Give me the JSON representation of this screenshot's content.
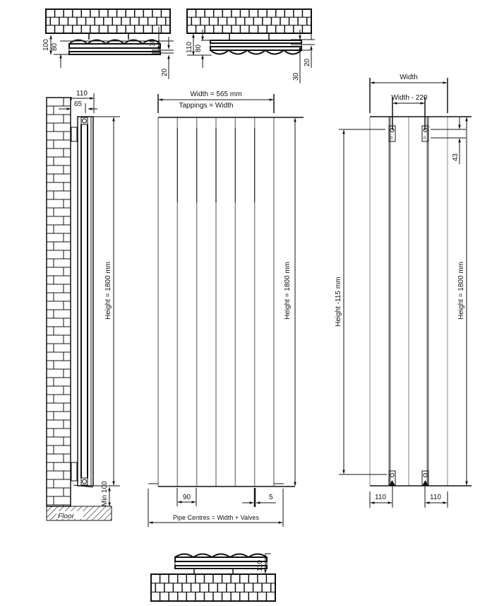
{
  "diagram": {
    "title": "Vertical radiator technical drawing",
    "top_view_left": {
      "dims": {
        "overall_depth": "100",
        "depth": "80",
        "bracket_offset": "30",
        "wall_gap": "20"
      }
    },
    "top_view_right": {
      "dims": {
        "overall_depth": "110",
        "depth": "80",
        "wall_gap": "20",
        "bracket_offset": "30"
      }
    },
    "side_view": {
      "dims": {
        "projection": "110",
        "pipe_offset": "65",
        "height": "Height = 1800 mm",
        "min_floor": "Min 100"
      },
      "floor_label": "Floor"
    },
    "front_view": {
      "width_label": "Width = 565 mm",
      "tappings_label": "Tappings = Width",
      "height_label": "Height = 1800 mm",
      "column_pitch": "90",
      "valve_offset": "5",
      "pipe_centres_label": "Pipe Centres = Width + Valves",
      "columns": 6
    },
    "rear_view": {
      "width_label": "Width",
      "bracket_spacing_label": "Width - 220",
      "bracket_height_label": "Height -115 mm",
      "height_label": "Height = 1800 mm",
      "top_offset": "43",
      "left_edge_offset": "110",
      "right_edge_offset": "110"
    },
    "bottom_view": {
      "dims": {
        "depth": "110"
      }
    }
  }
}
